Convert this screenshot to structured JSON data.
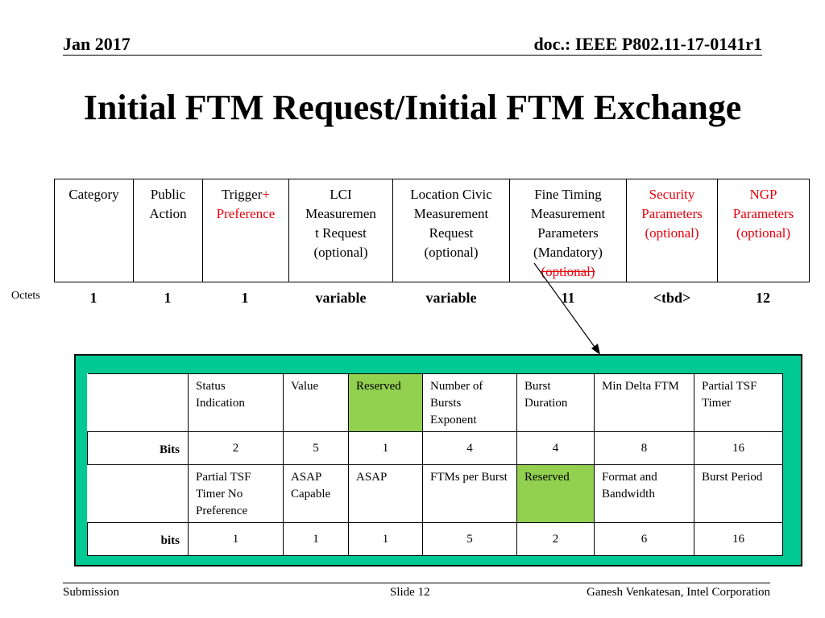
{
  "header": {
    "date": "Jan 2017",
    "doc": "doc.: IEEE P802.11-17-0141r1"
  },
  "title": "Initial FTM Request/Initial FTM Exchange",
  "element_table": {
    "columns": [
      {
        "lines": [
          "Category"
        ]
      },
      {
        "lines": [
          "Public",
          "Action"
        ]
      },
      {
        "lines": [
          "Trigger",
          "+",
          "Preference"
        ]
      },
      {
        "lines": [
          "LCI",
          "Measuremen",
          "t Request",
          "(optional)"
        ]
      },
      {
        "lines": [
          "Location Civic",
          "Measurement",
          "Request",
          "(optional)"
        ]
      },
      {
        "lines": [
          "Fine Timing",
          "Measurement",
          "Parameters",
          "(Mandatory)",
          "(optional)"
        ]
      },
      {
        "lines": [
          "Security",
          "Parameters",
          "(optional)"
        ]
      },
      {
        "lines": [
          "NGP",
          "Parameters",
          "(optional)"
        ]
      }
    ],
    "octets_label": "Octets",
    "octets": [
      "1",
      "1",
      "1",
      "variable",
      "variable",
      "11",
      "<tbd>",
      "12"
    ]
  },
  "ftm_params": {
    "row1": {
      "fields": [
        "Status Indication",
        "Value",
        "Reserved",
        "Number of Bursts Exponent",
        "Burst Duration",
        "Min Delta FTM",
        "Partial TSF Timer"
      ],
      "bits_label": "Bits",
      "bits": [
        "2",
        "5",
        "1",
        "4",
        "4",
        "8",
        "16"
      ]
    },
    "row2": {
      "fields": [
        "Partial TSF Timer No Preference",
        "ASAP Capable",
        "ASAP",
        "FTMs per Burst",
        "Reserved",
        "Format and Bandwidth",
        "Burst Period"
      ],
      "bits_label": "bits",
      "bits": [
        "1",
        "1",
        "1",
        "5",
        "2",
        "6",
        "16"
      ]
    },
    "highlight_color": "#92d050",
    "frame_color": "#00c994"
  },
  "footer": {
    "left": "Submission",
    "center": "Slide 12",
    "right": "Ganesh Venkatesan, Intel Corporation"
  }
}
